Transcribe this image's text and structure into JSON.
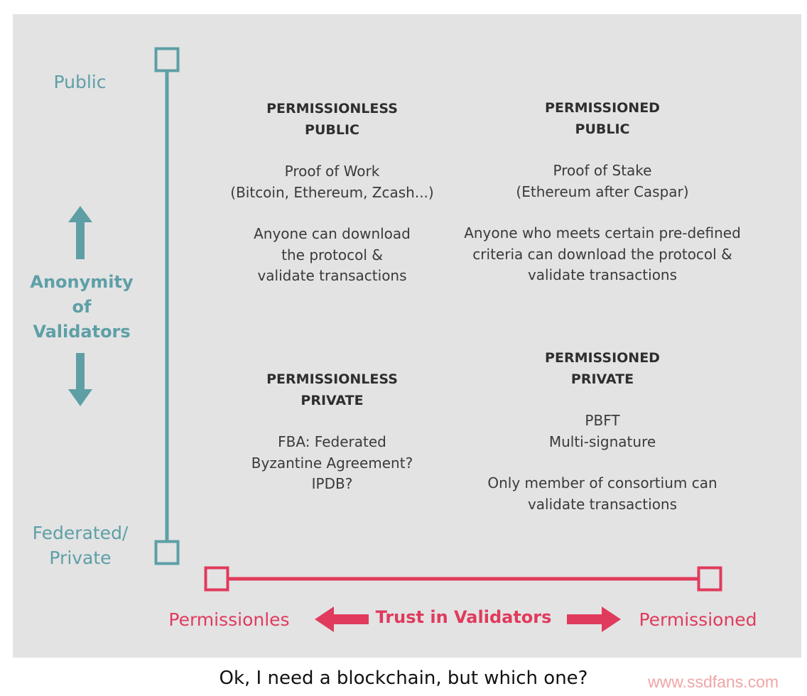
{
  "colors": {
    "panel": "#e3e3e4",
    "teal": "#5e9fa6",
    "red": "#e03b5c",
    "text": "#3a3a3a"
  },
  "vertical_axis": {
    "top_label": "Public",
    "bottom_label_line1": "Federated/",
    "bottom_label_line2": "Private",
    "title_line1": "Anonymity",
    "title_line2": "of",
    "title_line3": "Validators"
  },
  "horizontal_axis": {
    "left_label": "Permissionles",
    "right_label": "Permissioned",
    "title": "Trust in Validators"
  },
  "quadrants": {
    "permissionless_public": {
      "title": "PERMISSIONLESS\nPUBLIC",
      "body": "Proof of Work\n(Bitcoin, Ethereum, Zcash...)",
      "description": "Anyone can download\nthe protocol &\nvalidate transactions"
    },
    "permissioned_public": {
      "title": "PERMISSIONED\nPUBLIC",
      "body": "Proof of Stake\n(Ethereum after Caspar)",
      "description": "Anyone who meets certain pre-defined\ncriteria can download  the protocol &\nvalidate transactions"
    },
    "permissionless_private": {
      "title": "PERMISSIONLESS\nPRIVATE",
      "body": "FBA: Federated\nByzantine Agreement?\nIPDB?"
    },
    "permissioned_private": {
      "title": "PERMISSIONED\nPRIVATE",
      "body": "PBFT\nMulti-signature",
      "description": "Only member of consortium can\nvalidate transactions"
    }
  },
  "caption": "Ok, I need a blockchain, but which one?",
  "watermark": "www.ssdfans.com"
}
